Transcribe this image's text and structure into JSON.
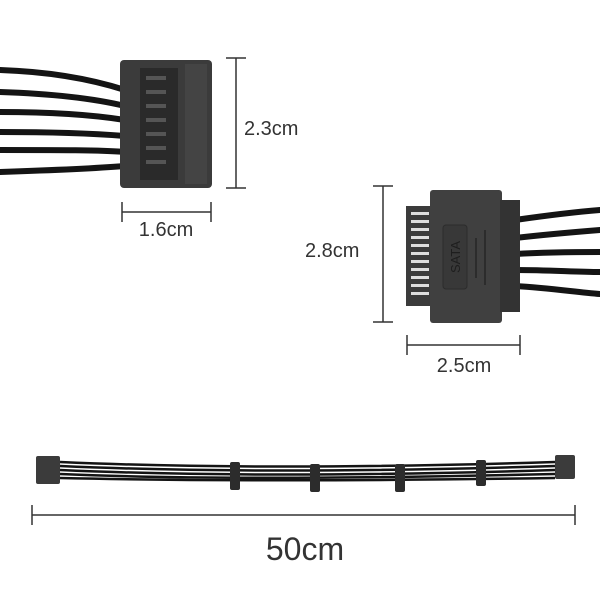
{
  "dimensions": {
    "female_height": "2.3cm",
    "female_width": "1.6cm",
    "male_height": "2.8cm",
    "male_width": "2.5cm",
    "cable_length": "50cm"
  },
  "connector_text": "SATA",
  "colors": {
    "connector": "#3b3b3b",
    "wire": "#141414",
    "dimension_line": "#333333"
  }
}
